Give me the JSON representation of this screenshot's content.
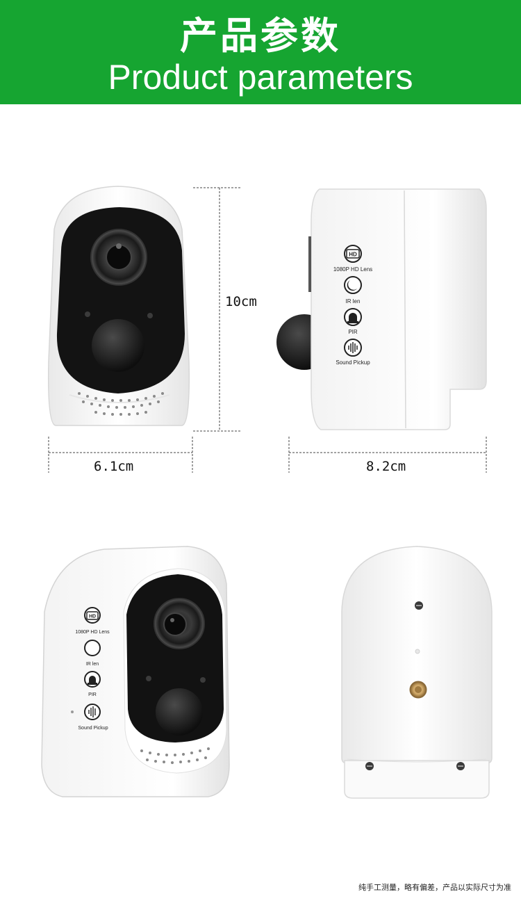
{
  "header": {
    "title_cn": "产品参数",
    "title_en": "Product parameters"
  },
  "dimensions": {
    "height": "10cm",
    "width": "6.1cm",
    "depth": "8.2cm"
  },
  "feature_labels": {
    "hd_badge": "HD",
    "hd_lens": "1080P HD Lens",
    "ir_lens": "IR len",
    "pir": "PIR",
    "sound": "Sound Pickup"
  },
  "footnote": "纯手工测量，略有偏差，产品以实际尺寸为准",
  "colors": {
    "banner": "#16a531",
    "camera_body": "#ffffff",
    "camera_face": "#121212"
  }
}
